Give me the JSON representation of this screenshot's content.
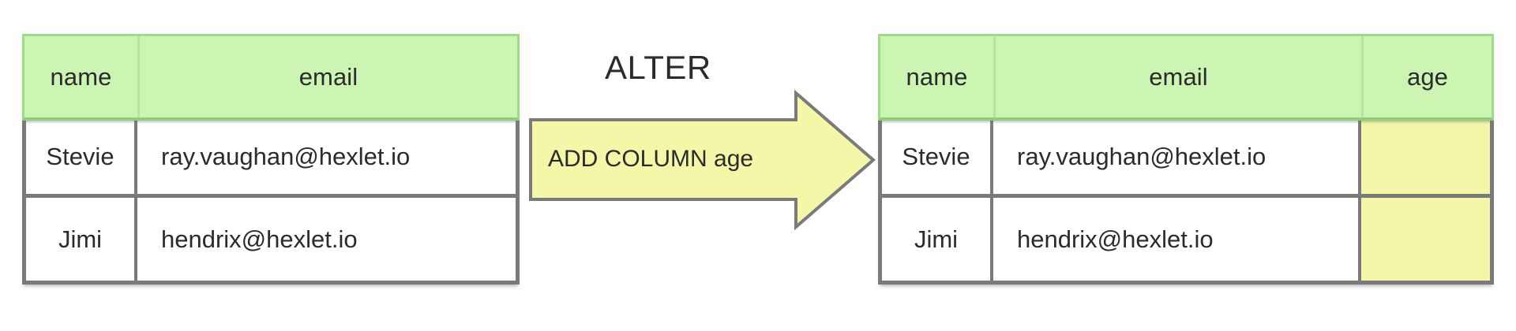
{
  "diagram": {
    "title": "ALTER",
    "operation_label": "ADD COLUMN age",
    "colors": {
      "header_fill": "#ccf5b4",
      "header_border": "#9fd98a",
      "body_border": "#7a7a7a",
      "new_column_fill": "#f4f7a8",
      "arrow_fill": "#f4f7a8",
      "arrow_border": "#7a7a7a",
      "text": "#2b2b2b",
      "background": "#ffffff"
    }
  },
  "table_before": {
    "name": "table-before",
    "columns": [
      "name",
      "email"
    ],
    "rows": [
      {
        "name": "Stevie",
        "email": "ray.vaughan@hexlet.io"
      },
      {
        "name": "Jimi",
        "email": "hendrix@hexlet.io"
      }
    ]
  },
  "table_after": {
    "name": "table-after",
    "columns": [
      "name",
      "email",
      "age"
    ],
    "rows": [
      {
        "name": "Stevie",
        "email": "ray.vaughan@hexlet.io",
        "age": ""
      },
      {
        "name": "Jimi",
        "email": "hendrix@hexlet.io",
        "age": ""
      }
    ]
  },
  "arrow": {
    "icon": "block-arrow-right-icon",
    "direction": "right"
  }
}
